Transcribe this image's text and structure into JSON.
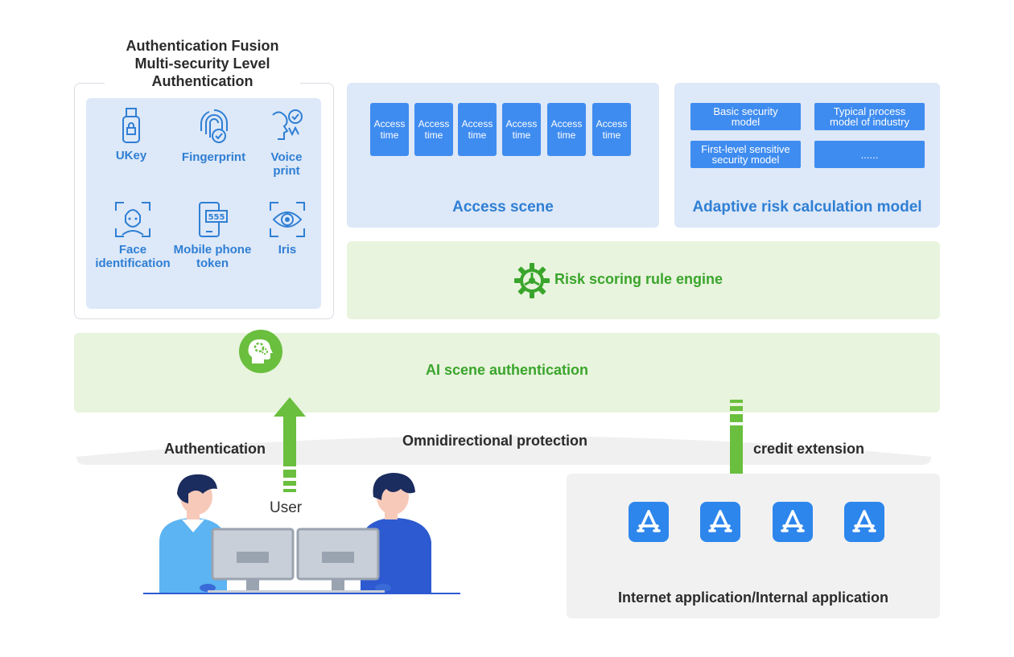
{
  "auth": {
    "title_lines": [
      "Authentication Fusion",
      "Multi-security Level",
      "Authentication"
    ],
    "methods": [
      {
        "label": "UKey",
        "icon": "usb-key-icon"
      },
      {
        "label": "Fingerprint",
        "icon": "fingerprint-icon"
      },
      {
        "label_lines": [
          "Voice",
          "print"
        ],
        "icon": "voice-print-icon"
      },
      {
        "label_lines": [
          "Face",
          "identification"
        ],
        "icon": "face-id-icon"
      },
      {
        "label_lines": [
          "Mobile phone",
          "token"
        ],
        "icon": "mobile-token-icon"
      },
      {
        "label": "Iris",
        "icon": "iris-icon"
      }
    ]
  },
  "access": {
    "box_lines": [
      "Access",
      "time"
    ],
    "box_count": 6,
    "label": "Access scene"
  },
  "risk": {
    "models": [
      {
        "lines": [
          "Basic security",
          "model"
        ]
      },
      {
        "lines": [
          "Typical process",
          "model of industry"
        ]
      },
      {
        "lines": [
          "First-level sensitive",
          "security model"
        ]
      },
      {
        "lines": [
          "......"
        ]
      }
    ],
    "label": "Adaptive risk calculation model"
  },
  "engine": {
    "label": "Risk scoring rule engine",
    "icon": "gear-wheel-icon"
  },
  "ai": {
    "label": "AI scene authentication",
    "icon": "ai-head-gear-icon"
  },
  "flow": {
    "left_label": "Authentication",
    "center_label": "Omnidirectional protection",
    "right_label": "credit extension",
    "user_label": "User"
  },
  "apps": {
    "label": "Internet application/Internal application",
    "icon": "app-store-icon",
    "count": 4
  },
  "colors": {
    "blue": "#3f8cf0",
    "light_blue": "#dde8f8",
    "green": "#6abf3e",
    "light_green": "#e8f4dd",
    "text_blue": "#2f7fd4"
  }
}
